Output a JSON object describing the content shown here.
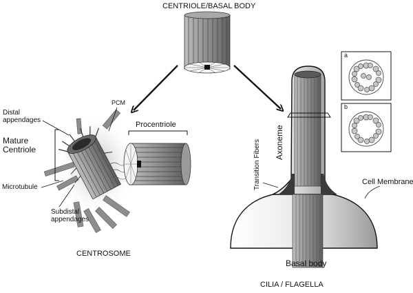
{
  "labels": {
    "top_title": "CENTRIOLE/BASAL BODY",
    "distal_appendages": "Distal\nappendages",
    "pcm": "PCM",
    "procentriole": "Procentriole",
    "mature_centriole": "Mature\nCentriole",
    "microtubule": "Microtubule",
    "subdistal_appendages": "Subdistal\nappendages",
    "centrosome": "CENTROSOME",
    "transition_fibers": "Transition Fibers",
    "axoneme": "Axoneme",
    "cell_membrane": "Cell Membrane",
    "basal_body": "Basal body",
    "cilia_flagella": "CILIA / FLAGELLA",
    "inset_a": "a",
    "inset_b": "b"
  },
  "colors": {
    "tube_fill": "#8a8a8a",
    "tube_dark": "#5a5a5a",
    "cell_gradient_light": "#ffffff",
    "cell_gradient_dark": "#9a9a9a",
    "line": "#222222"
  }
}
